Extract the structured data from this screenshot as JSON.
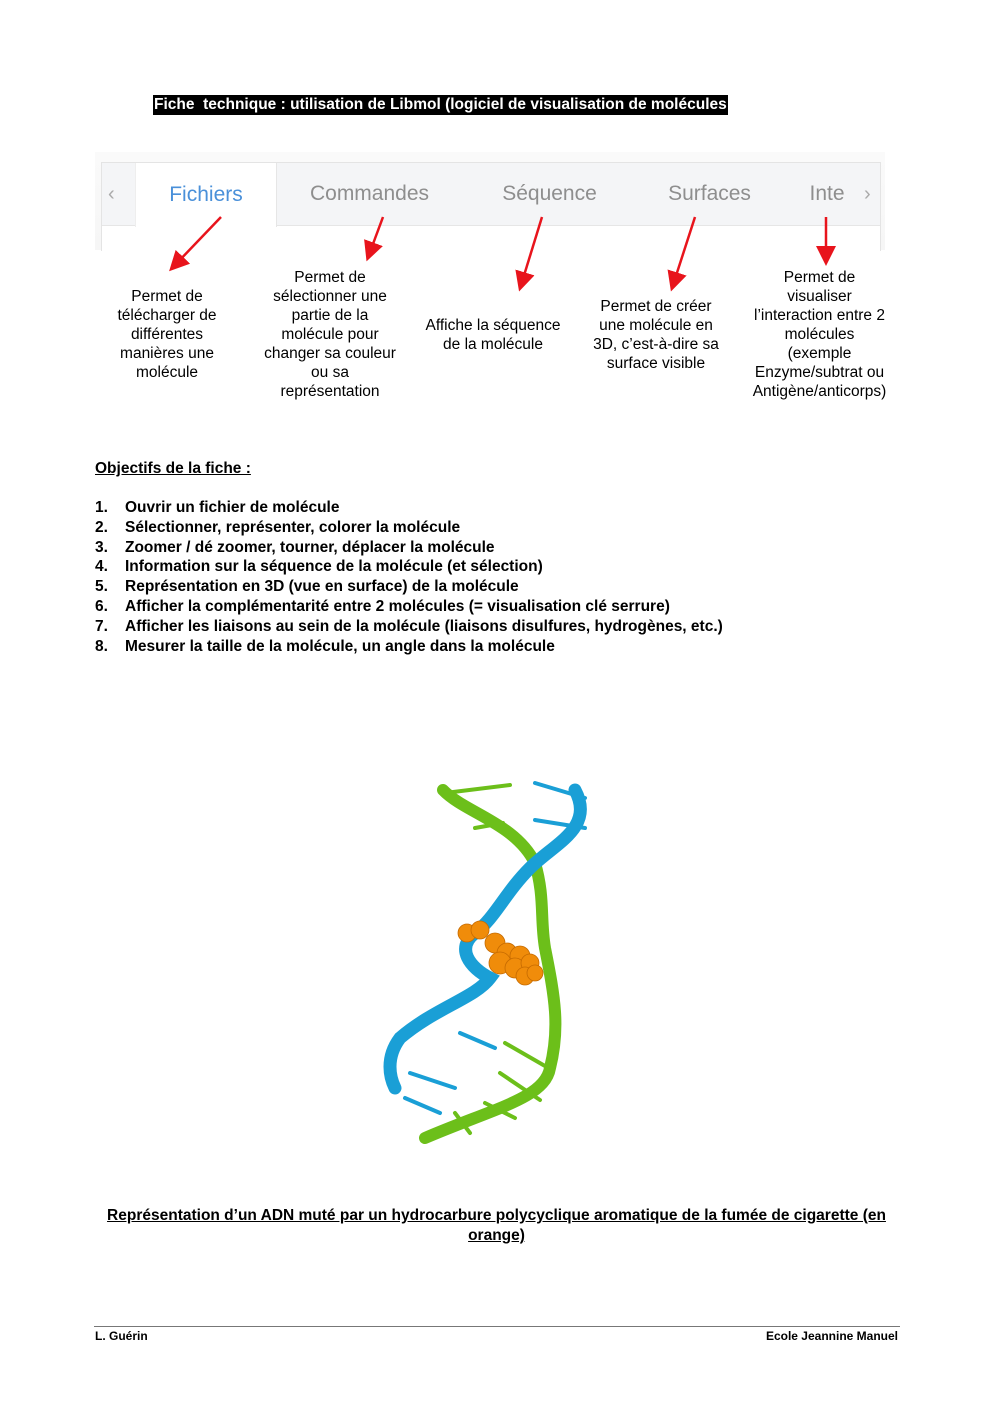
{
  "title": "Fiche  technique : utilisation de Libmol (logiciel de visualisation de molécules",
  "tabs_screenshot": {
    "tabs": [
      {
        "label": "Fichiers",
        "active": true
      },
      {
        "label": "Commandes",
        "active": false
      },
      {
        "label": "Séquence",
        "active": false
      },
      {
        "label": "Surfaces",
        "active": false
      },
      {
        "label": "Inte",
        "active": false
      }
    ],
    "prev_icon": "chevron-left-icon",
    "next_icon": "chevron-right-icon",
    "active_color": "#4a90d9",
    "arrow_color": "#e8141c"
  },
  "descriptions": [
    {
      "tab": "Fichiers",
      "lines": [
        "Permet de",
        "télécharger de",
        "différentes",
        "manières une",
        "molécule"
      ]
    },
    {
      "tab": "Commandes",
      "lines": [
        "Permet de",
        "sélectionner une",
        "partie de la",
        "molécule pour",
        "changer sa couleur",
        "ou sa",
        "représentation"
      ]
    },
    {
      "tab": "Séquence",
      "lines": [
        "Affiche la séquence",
        "de la molécule"
      ]
    },
    {
      "tab": "Surfaces",
      "lines": [
        "Permet de créer",
        "une molécule en",
        "3D, c’est-à-dire sa",
        "surface visible"
      ]
    },
    {
      "tab": "Interactions",
      "lines": [
        "Permet de",
        "visualiser",
        "l’interaction entre 2",
        "molécules",
        "(exemple",
        "Enzyme/subtrat ou",
        "Antigène/anticorps)"
      ]
    }
  ],
  "objectives": {
    "heading": "Objectifs de la fiche :",
    "items": [
      {
        "num": "1.",
        "text": "Ouvrir un fichier de molécule"
      },
      {
        "num": "2.",
        "text": "Sélectionner, représenter, colorer la molécule"
      },
      {
        "num": "3.",
        "text": "Zoomer / dé zoomer, tourner, déplacer la molécule"
      },
      {
        "num": "4.",
        "text": "Information sur la séquence de la molécule (et sélection)"
      },
      {
        "num": "5.",
        "text": "Représentation en 3D (vue en surface) de la molécule"
      },
      {
        "num": "6.",
        "text": "Afficher la complémentarité entre 2 molécules (= visualisation clé serrure)"
      },
      {
        "num": "7.",
        "text": "Afficher les liaisons au sein de la molécule (liaisons disulfures, hydrogènes, etc.)"
      },
      {
        "num": "8.",
        "text": "Mesurer la taille de la molécule, un angle dans la molécule"
      }
    ]
  },
  "figure": {
    "strand_colors": {
      "strand1": "#1a9fd6",
      "strand2": "#6cbf1a",
      "ligand": "#f08c0a"
    },
    "caption": "Représentation d’un ADN muté par un hydrocarbure polycyclique aromatique de la fumée de cigarette (en orange)"
  },
  "footer": {
    "left": "L. Guérin",
    "right": "Ecole Jeannine Manuel"
  }
}
